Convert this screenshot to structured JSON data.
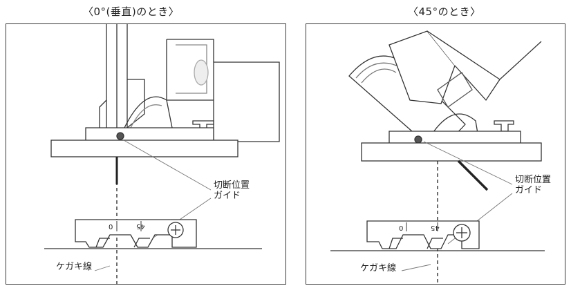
{
  "captions": {
    "left": "〈0°(垂直)のとき〉",
    "right": "〈45°のとき〉"
  },
  "left_panel": {
    "guide_label_line1": "切断位置",
    "guide_label_line2": "ガイド",
    "scribe_label": "ケガキ線",
    "scale_0": "0",
    "scale_45": "45"
  },
  "right_panel": {
    "guide_label_line1": "切断位置",
    "guide_label_line2": "ガイド",
    "scribe_label": "ケガキ線",
    "scale_0": "0",
    "scale_45": "45"
  }
}
